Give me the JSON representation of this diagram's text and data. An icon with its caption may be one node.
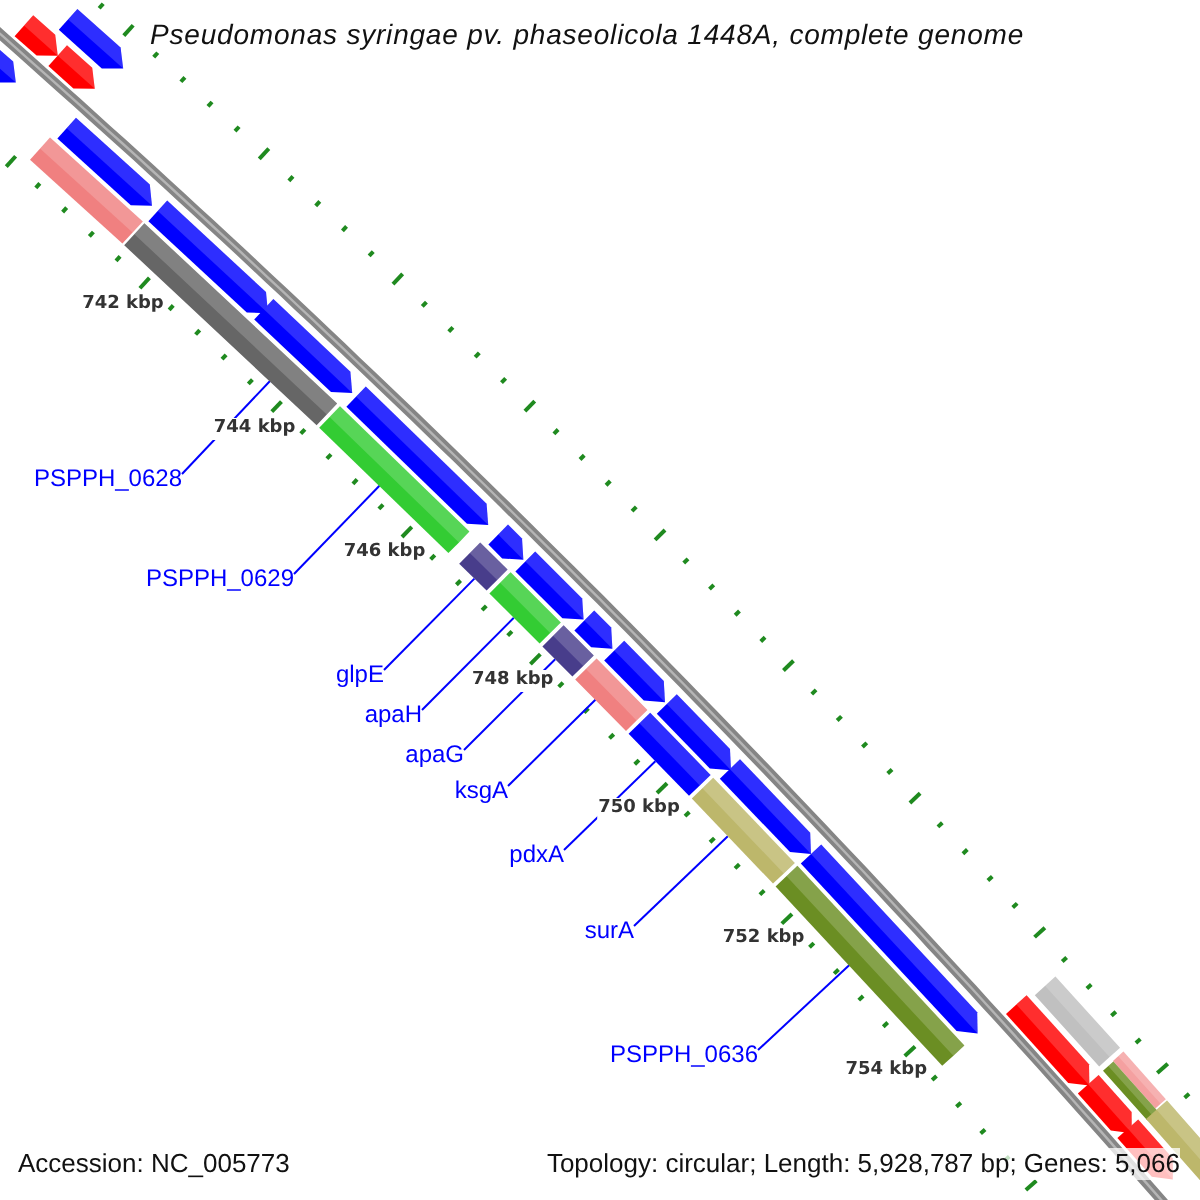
{
  "diagram": {
    "title": "Pseudomonas syringae pv. phaseolicola 1448A, complete genome",
    "nodes": [
      {
        "text": [
          "PSPPH_0628"
        ]
      },
      {
        "text": [
          "PSPPH_0629"
        ]
      },
      {
        "text": [
          "glpE"
        ]
      },
      {
        "text": [
          "apaH"
        ]
      },
      {
        "text": [
          "apaG"
        ]
      },
      {
        "text": [
          "ksgA"
        ]
      },
      {
        "text": [
          "pdxA"
        ]
      },
      {
        "text": [
          "surA"
        ]
      },
      {
        "text": [
          "PSPPH_0636"
        ]
      },
      {
        "text": [],
        "shape": "bar"
      },
      {
        "text": [],
        "shape": "bar"
      },
      {
        "text": [],
        "shape": "bar"
      },
      {
        "text": [],
        "shape": "bar"
      },
      {
        "text": [],
        "shape": "bar"
      },
      {
        "text": [],
        "shape": "bar"
      },
      {
        "text": [],
        "shape": "bar"
      },
      {
        "text": [],
        "shape": "bar"
      },
      {
        "text": [],
        "shape": "bar"
      },
      {
        "text": [],
        "shape": "pentagon"
      },
      {
        "text": [],
        "shape": "pentagon"
      },
      {
        "text": [],
        "shape": "pentagon"
      },
      {
        "text": [],
        "shape": "pentagon"
      },
      {
        "text": [],
        "shape": "bar"
      },
      {
        "text": [],
        "shape": "pentagon"
      },
      {
        "text": [],
        "shape": "pentagon"
      },
      {
        "text": [],
        "shape": "pentagon"
      },
      {
        "text": [],
        "shape": "pentagon"
      },
      {
        "text": [],
        "shape": "pentagon"
      },
      {
        "text": [],
        "shape": "pentagon"
      },
      {
        "text": [],
        "shape": "pentagon"
      },
      {
        "text": [],
        "shape": "pentagon"
      },
      {
        "text": [],
        "shape": "pentagon"
      },
      {
        "text": [],
        "shape": "pentagon"
      },
      {
        "text": [],
        "shape": "pentagon"
      },
      {
        "text": [],
        "shape": "pentagon"
      },
      {
        "text": [],
        "shape": "bar"
      },
      {
        "text": [],
        "shape": "pentagon"
      },
      {
        "text": [],
        "shape": "bar"
      },
      {
        "text": [],
        "shape": "bar"
      },
      {
        "text": [],
        "shape": "pentagon"
      },
      {
        "text": [],
        "shape": "bar"
      }
    ],
    "edges": [
      {
        "from": 0,
        "to": 9,
        "arrow": "none"
      },
      {
        "from": 1,
        "to": 10,
        "arrow": "none"
      },
      {
        "from": 2,
        "to": 11,
        "arrow": "none"
      },
      {
        "from": 3,
        "to": 12,
        "arrow": "none"
      },
      {
        "from": 4,
        "to": 13,
        "arrow": "none"
      },
      {
        "from": 5,
        "to": 14,
        "arrow": "none"
      },
      {
        "from": 6,
        "to": 15,
        "arrow": "none"
      },
      {
        "from": 7,
        "to": 16,
        "arrow": "none"
      },
      {
        "from": 8,
        "to": 17,
        "arrow": "none"
      }
    ],
    "labels": [
      "742 kbp",
      "744 kbp",
      "746 kbp",
      "748 kbp",
      "750 kbp",
      "752 kbp",
      "754 kbp",
      "Accession: NC_005773",
      "Topology: circular; Length: 5,928,787 bp; Genes: 5,066"
    ]
  }
}
